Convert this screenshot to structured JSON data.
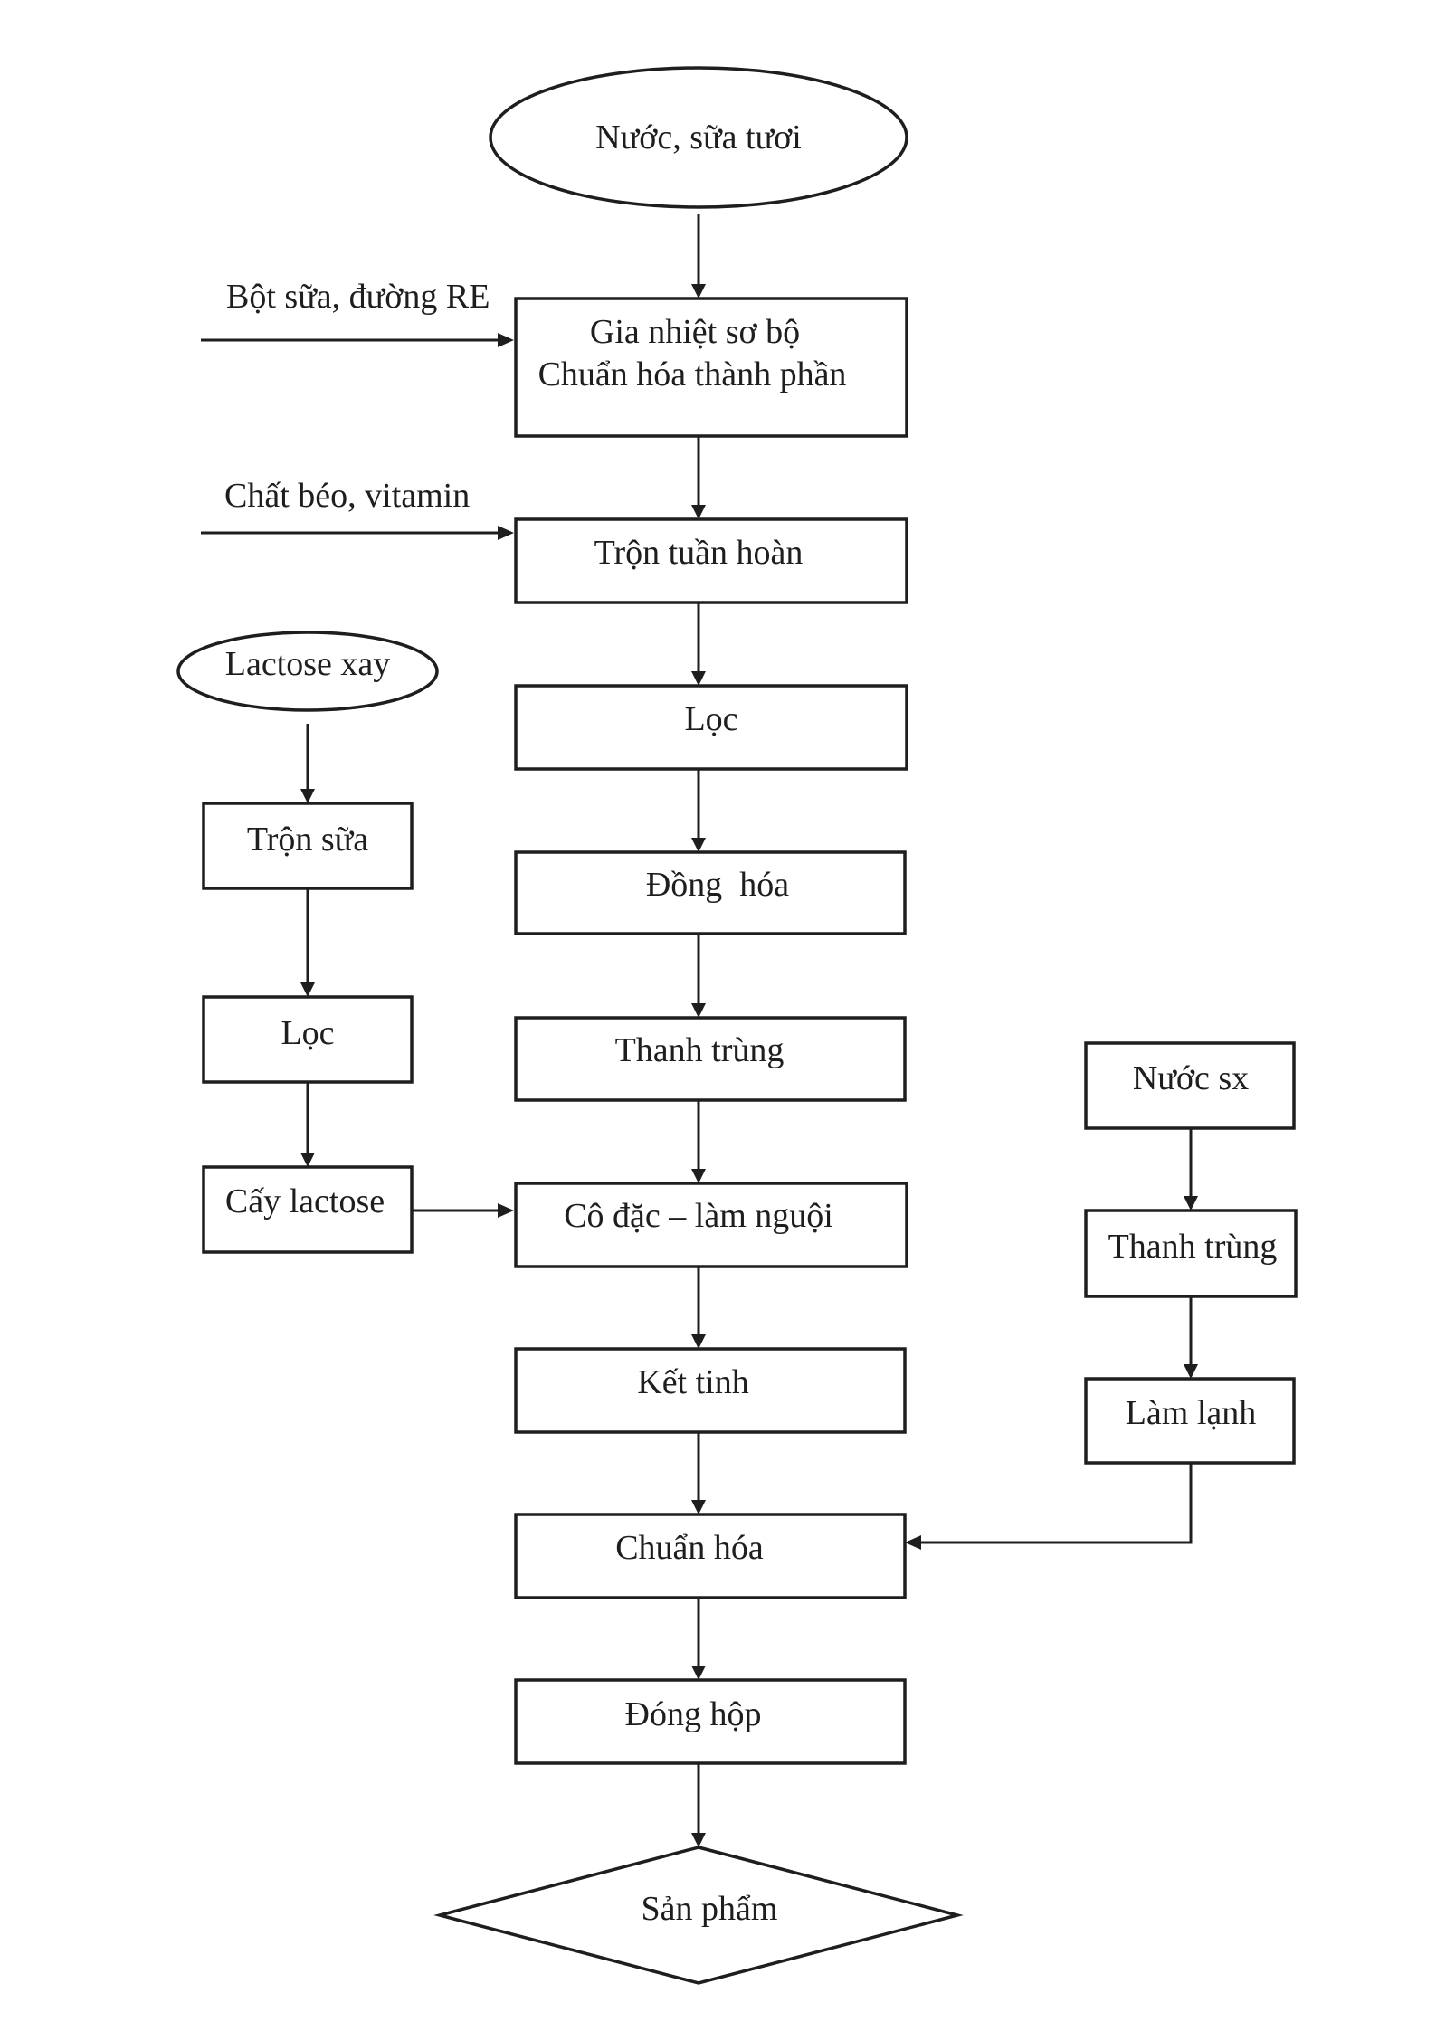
{
  "diagram": {
    "nodes": {
      "start": "Nước, sữa tươi",
      "preheat_line1": "Gia nhiệt sơ bộ",
      "preheat_line2": "Chuẩn hóa thành phần",
      "mix": "Trộn tuần hoàn",
      "filter_main": "Lọc",
      "homogenize": "Đồng  hóa",
      "pasteurize_main": "Thanh trùng",
      "concentrate_cool": "Cô đặc – làm nguội",
      "crystallize": "Kết tinh",
      "standardize": "Chuẩn hóa",
      "canning": "Đóng hộp",
      "product": "Sản phẩm",
      "lactose_ground": "Lactose xay",
      "mix_milk": "Trộn sữa",
      "filter_lactose": "Lọc",
      "seed_lactose": "Cấy lactose",
      "process_water": "Nước sx",
      "pasteurize_water": "Thanh trùng",
      "chill": "Làm lạnh"
    },
    "inputs": {
      "milk_powder_sugar": "Bột sữa, đường RE",
      "fat_vitamin": "Chất béo, vitamin"
    }
  }
}
